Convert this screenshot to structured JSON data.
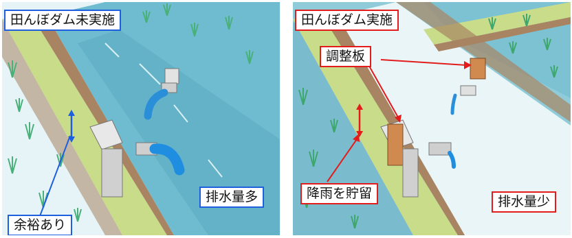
{
  "left_panel": {
    "title": "田んぼダム未実施",
    "outflow_label": "排水量多",
    "margin_label": "余裕あり",
    "frame_color": "#1e5fe0"
  },
  "right_panel": {
    "title": "田んぼダム実施",
    "board_label": "調整板",
    "storage_label": "降雨を貯留",
    "outflow_label": "排水量少",
    "frame_color": "#e31b1b"
  },
  "colors": {
    "channel_water": "#6fbcd0",
    "levee_top": "#c9dc8a",
    "levee_side": "#b08a66",
    "field_snow": "#e4f3f6",
    "stored_water": "#8fcbd8",
    "board": "#d08a50",
    "plant": "#4ab07a"
  }
}
